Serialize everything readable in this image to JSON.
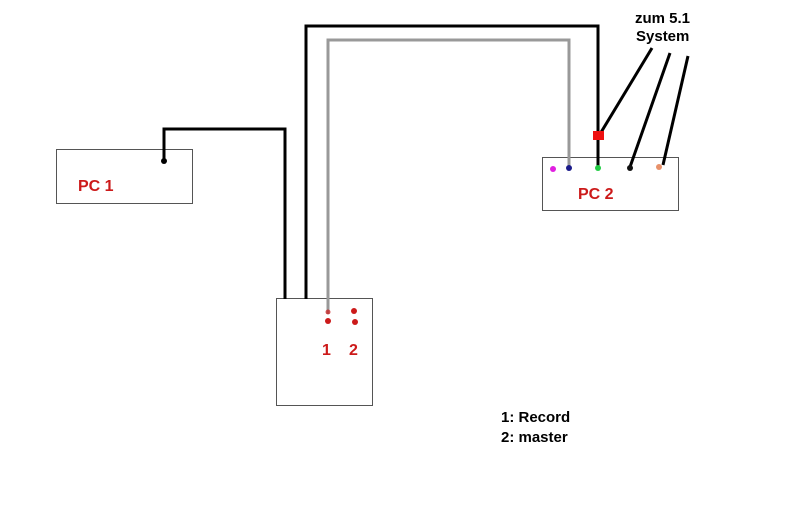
{
  "diagram": {
    "type": "audio-wiring",
    "nodes": {
      "pc1": {
        "label": "PC 1"
      },
      "pc2": {
        "label": "PC 2",
        "jacks": [
          {
            "name": "pink-jack",
            "color": "#e020e0"
          },
          {
            "name": "blue-jack",
            "color": "#1a1a8a"
          },
          {
            "name": "green-jack",
            "color": "#22cc44"
          },
          {
            "name": "black-jack",
            "color": "#111111"
          },
          {
            "name": "orange-jack",
            "color": "#e8916a"
          }
        ]
      },
      "mixer": {
        "inputs": [
          {
            "label": "1"
          },
          {
            "label": "2"
          }
        ]
      }
    },
    "annotation": {
      "line1": "zum 5.1",
      "line2": "System"
    },
    "legend": {
      "item1": "1: Record",
      "item2": "2: master"
    },
    "colors": {
      "label_red": "#cc1a1a",
      "wire_black": "#000000",
      "wire_gray": "#999999",
      "splitter_red": "#ee1111",
      "box_border": "#555555"
    }
  }
}
